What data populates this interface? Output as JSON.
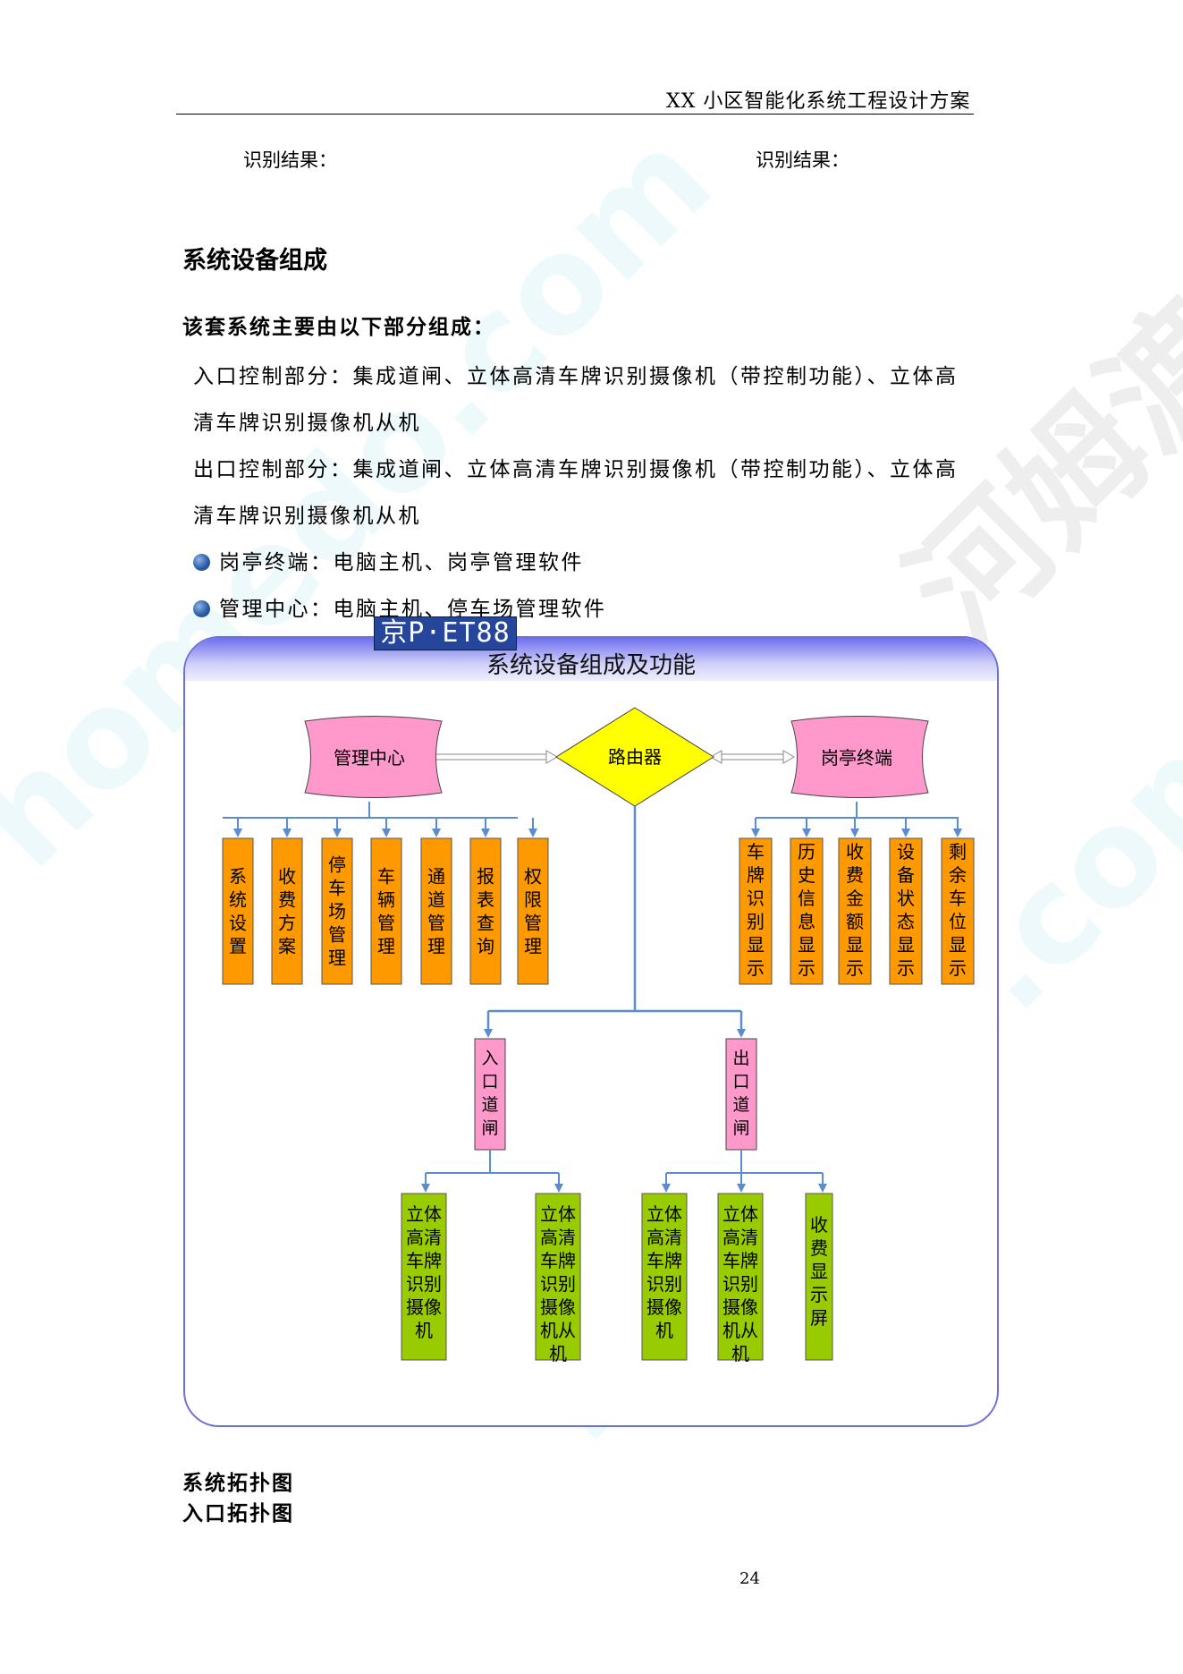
{
  "header": {
    "title": "XX 小区智能化系统工程设计方案"
  },
  "recognition": {
    "left_label": "识别结果：",
    "right_label": "识别结果："
  },
  "section": {
    "title": "系统设备组成",
    "subtitle": "该套系统主要由以下部分组成：",
    "para1_line1": "入口控制部分：集成道闸、立体高清车牌识别摄像机（带控制功能）、立体高",
    "para1_line2": "清车牌识别摄像机从机",
    "para2_line1": "出口控制部分：集成道闸、立体高清车牌识别摄像机（带控制功能）、立体高",
    "para2_line2": "清车牌识别摄像机从机",
    "bullets": [
      "岗亭终端：电脑主机、岗亭管理软件",
      "管理中心：电脑主机、停车场管理软件"
    ]
  },
  "plate_text": "京P·ET88",
  "diagram": {
    "title": "系统设备组成及功能",
    "management": "管理中心",
    "router": "路由器",
    "booth": "岗亭终端",
    "mgmt_items": [
      "系统设置",
      "收费方案",
      "停车场管理",
      "车辆管理",
      "通道管理",
      "报表查询",
      "权限管理"
    ],
    "booth_items": [
      "车牌识别显示",
      "历史信息显示",
      "收费金额显示",
      "设备状态显示",
      "剩余车位显示"
    ],
    "entry_gate": "入口道闸",
    "exit_gate": "出口道闸",
    "entry_devices": [
      "立体高清车牌识别摄像机",
      "立体高清车牌识别摄像机从机"
    ],
    "exit_devices": [
      "立体高清车牌识别摄像机",
      "立体高清车牌识别摄像机从机",
      "收费显示屏"
    ],
    "colors": {
      "orange": "#ff9900",
      "pink": "#ff99cc",
      "yellow": "#ffff00",
      "green": "#99cc00",
      "line": "#5b8bd0"
    }
  },
  "captions": {
    "topology": "系统拓扑图",
    "entry_topology": "入口拓扑图"
  },
  "page_number": "24",
  "watermark": {
    "domain": "homedo.com",
    "brand": "河姆渡"
  }
}
